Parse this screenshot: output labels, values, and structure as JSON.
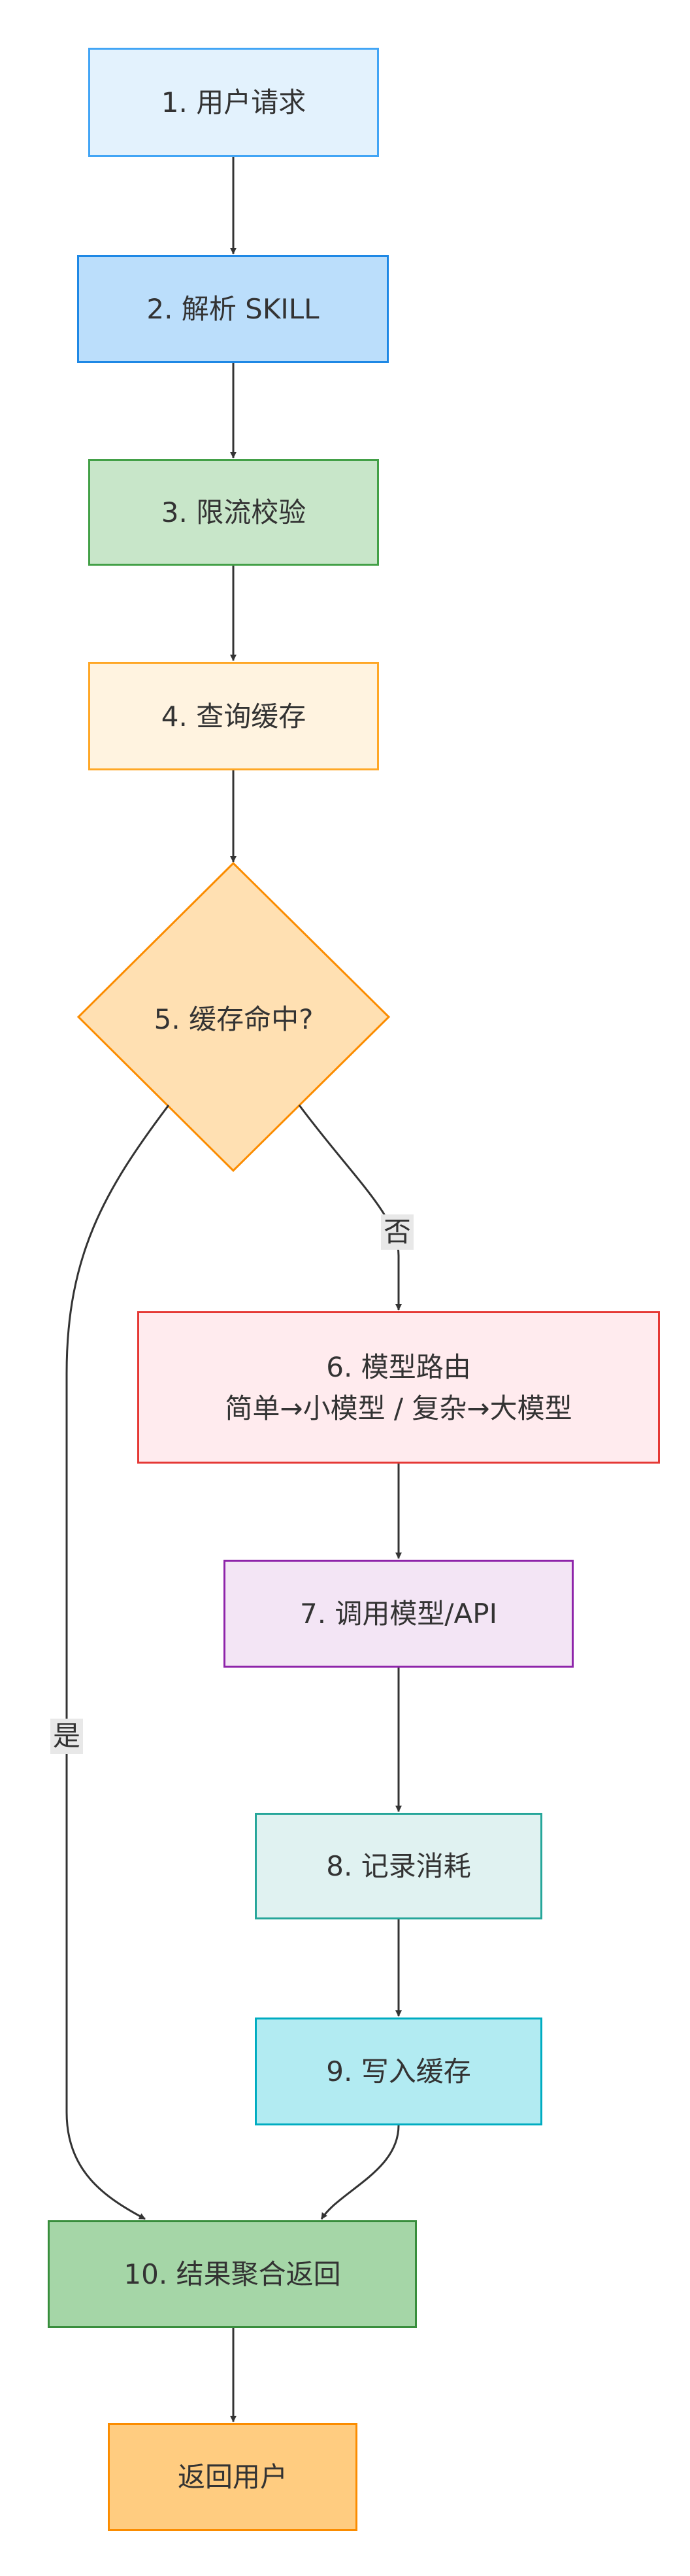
{
  "diagram": {
    "nodes": [
      {
        "id": "n1",
        "lines": [
          "1. 用户请求"
        ],
        "fill": "#e3f2fd",
        "stroke": "#42a5f5"
      },
      {
        "id": "n2",
        "lines": [
          "2. 解析 SKILL"
        ],
        "fill": "#bbdefb",
        "stroke": "#1e88e5"
      },
      {
        "id": "n3",
        "lines": [
          "3. 限流校验"
        ],
        "fill": "#c8e6c9",
        "stroke": "#43a047"
      },
      {
        "id": "n4",
        "lines": [
          "4. 查询缓存"
        ],
        "fill": "#fff3e0",
        "stroke": "#ffa726"
      },
      {
        "id": "n5",
        "lines": [
          "5. 缓存命中?"
        ],
        "fill": "#ffe0b2",
        "stroke": "#fb8c00",
        "shape": "diamond"
      },
      {
        "id": "n6",
        "lines": [
          "6. 模型路由",
          "简单→小模型 / 复杂→大模型"
        ],
        "fill": "#ffebee",
        "stroke": "#e53935"
      },
      {
        "id": "n7",
        "lines": [
          "7. 调用模型/API"
        ],
        "fill": "#f3e5f5",
        "stroke": "#8e24aa"
      },
      {
        "id": "n8",
        "lines": [
          "8. 记录消耗"
        ],
        "fill": "#e0f2f1",
        "stroke": "#26a69a"
      },
      {
        "id": "n9",
        "lines": [
          "9. 写入缓存"
        ],
        "fill": "#b2ebf2",
        "stroke": "#00acc1"
      },
      {
        "id": "n10",
        "lines": [
          "10. 结果聚合返回"
        ],
        "fill": "#a5d6a7",
        "stroke": "#388e3c"
      },
      {
        "id": "n11",
        "lines": [
          "返回用户"
        ],
        "fill": "#ffcc80",
        "stroke": "#fb8c00"
      }
    ],
    "edges": [
      {
        "from": "n1",
        "to": "n2"
      },
      {
        "from": "n2",
        "to": "n3"
      },
      {
        "from": "n3",
        "to": "n4"
      },
      {
        "from": "n4",
        "to": "n5"
      },
      {
        "from": "n5",
        "to": "n6",
        "label": "否"
      },
      {
        "from": "n5",
        "to": "n10",
        "label": "是"
      },
      {
        "from": "n6",
        "to": "n7"
      },
      {
        "from": "n7",
        "to": "n8"
      },
      {
        "from": "n8",
        "to": "n9"
      },
      {
        "from": "n9",
        "to": "n10"
      },
      {
        "from": "n10",
        "to": "n11"
      }
    ],
    "edge_color": "#333333"
  }
}
